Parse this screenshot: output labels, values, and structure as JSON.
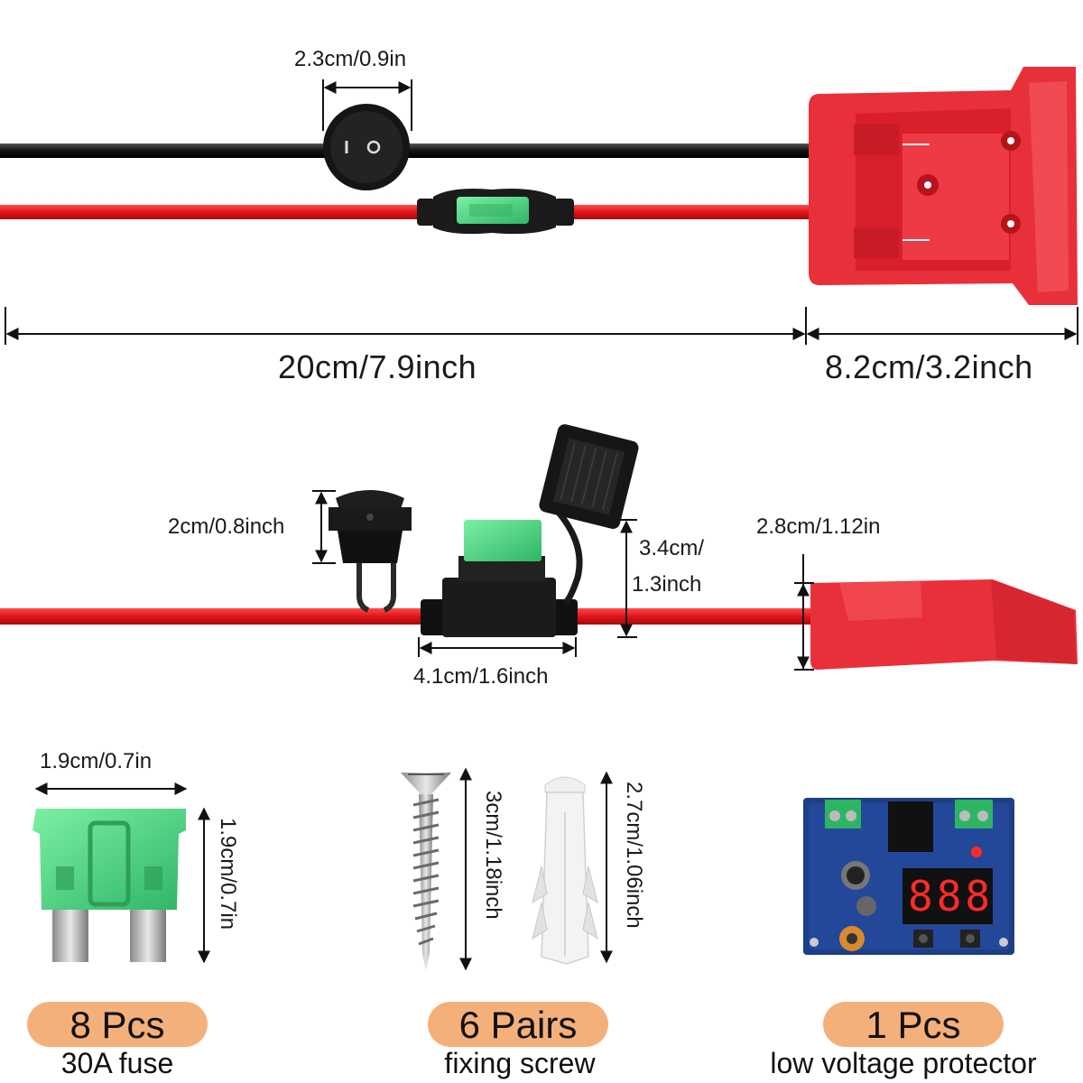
{
  "dimensions": {
    "switch_width": "2.3cm/0.9in",
    "cable_length": "20cm/7.9inch",
    "adapter_length": "8.2cm/3.2inch",
    "switch_height": "2cm/0.8inch",
    "fuse_holder_height_line1": "3.4cm/",
    "fuse_holder_height_line2": "1.3inch",
    "fuse_holder_width": "4.1cm/1.6inch",
    "adapter_height": "2.8cm/1.12in",
    "fuse_width": "1.9cm/0.7in",
    "fuse_height": "1.9cm/0.7in",
    "screw_length": "3cm/1.18inch",
    "anchor_length": "2.7cm/1.06inch"
  },
  "items": [
    {
      "count": "8 Pcs",
      "name": "30A fuse"
    },
    {
      "count": "6 Pairs",
      "name": "fixing screw"
    },
    {
      "count": "1 Pcs",
      "name": "low voltage protector"
    }
  ],
  "module_display": "888",
  "colors": {
    "wire_red": "#e0141a",
    "wire_black": "#111111",
    "adapter_red": "#e8303a",
    "fuse_green": "#3fd17a",
    "pill": "#f4b07a",
    "pcb_blue": "#1d3f86"
  }
}
